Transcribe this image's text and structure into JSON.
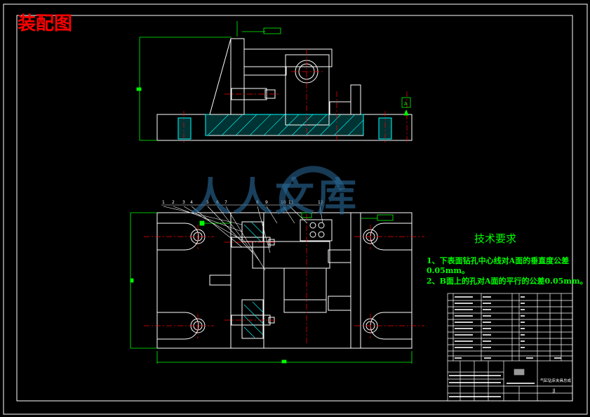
{
  "drawing_title": "装配图",
  "watermark": {
    "text": "人人文库",
    "color": "#2a6a9a"
  },
  "tech_requirements": {
    "heading": "技术要求",
    "items": [
      "1、下表面钻孔中心线对A面的垂直度公差",
      "0.05mm。",
      "2、B面上的孔对A面的平行的公差0.05mm。"
    ]
  },
  "datum_label": "A",
  "part_numbers": [
    "1",
    "2",
    "3",
    "4",
    "5",
    "6",
    "7",
    "8",
    "9",
    "10",
    "11",
    "12"
  ],
  "title_block": {
    "drawing_name": "气缸钻床夹具总成",
    "scale_code": "JJ"
  },
  "colors": {
    "background": "#000000",
    "outline": "#ffffff",
    "dimension": "#00ff00",
    "center_line": "#ff0000",
    "title": "#ff0000",
    "hatch": "#00ffff",
    "annotation": "#00ff00"
  }
}
